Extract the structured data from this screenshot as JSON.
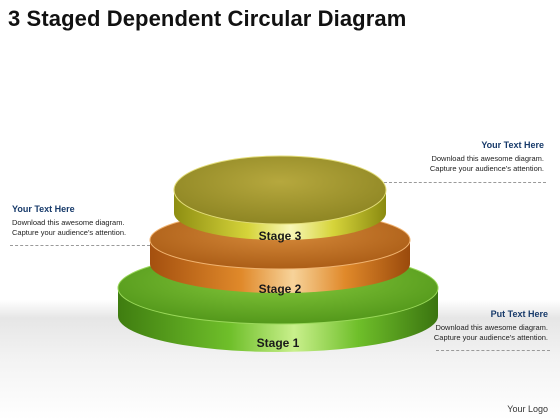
{
  "title": "3 Staged Dependent Circular Diagram",
  "stages": [
    {
      "label": "Stage 1",
      "color": "#5aa61e"
    },
    {
      "label": "Stage 2",
      "color": "#d2761c"
    },
    {
      "label": "Stage 3",
      "color": "#b3b32a"
    }
  ],
  "callouts": {
    "left": {
      "heading": "Your Text Here",
      "line1": "Download this  awesome diagram.",
      "line2": "Capture your audience’s attention."
    },
    "top_right": {
      "heading": "Your Text Here",
      "line1": "Download this  awesome diagram.",
      "line2": "Capture your audience’s attention."
    },
    "bottom_right": {
      "heading": "Put Text Here",
      "line1": "Download this  awesome diagram.",
      "line2": "Capture your audience’s attention."
    }
  },
  "logo": "Your Logo"
}
